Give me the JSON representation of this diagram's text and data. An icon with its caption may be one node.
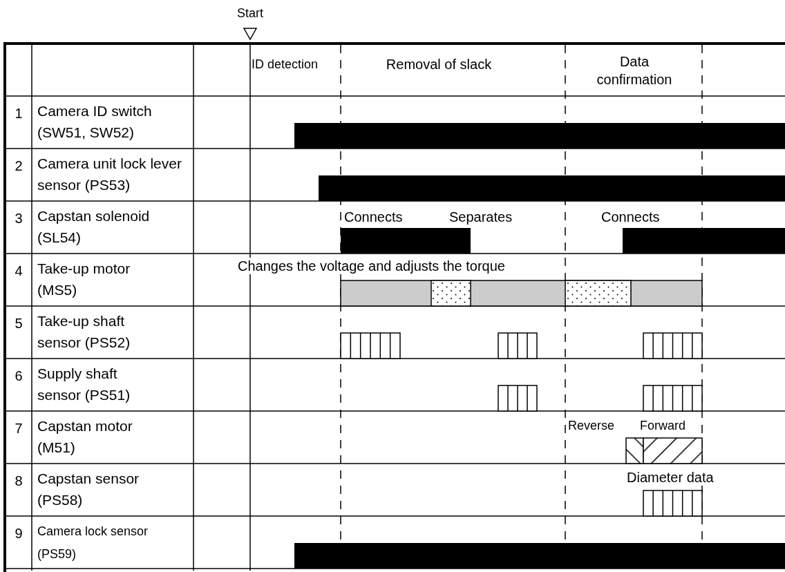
{
  "diagram": {
    "labels": [
      "Start",
      "ID detection",
      "Removal of slack",
      "Data confirmation",
      "1",
      "Camera ID switch (SW51, SW52)",
      "2",
      "Camera unit lock lever sensor (PS53)",
      "3",
      "Capstan solenoid (SL54)",
      "Connects",
      "Separates",
      "Connects",
      "4",
      "Take-up motor (MS5)",
      "Changes the voltage and adjusts the torque",
      "5",
      "Take-up shaft sensor (PS52)",
      "6",
      "Supply shaft sensor (PS51)",
      "7",
      "Capstan motor (M51)",
      "Reverse",
      "Forward",
      "8",
      "Capstan sensor (PS58)",
      "Diameter data",
      "9",
      "Camera lock sensor (PS59)"
    ]
  }
}
